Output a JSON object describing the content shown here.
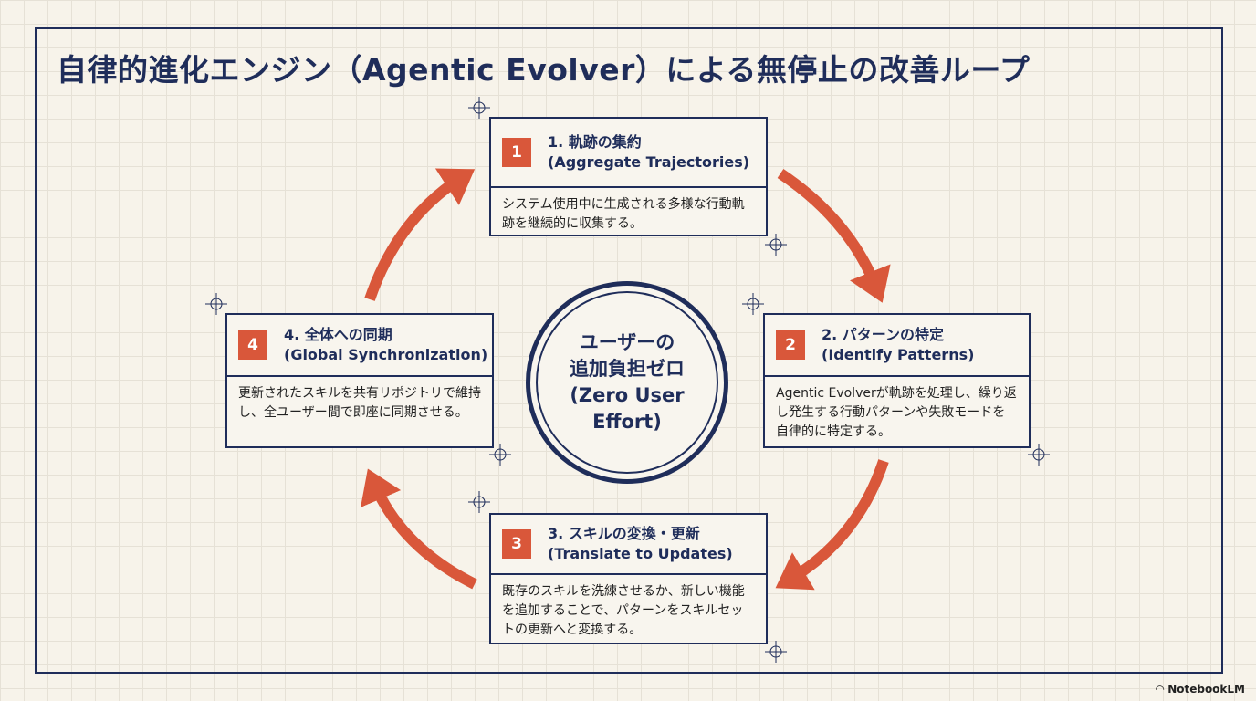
{
  "title": "自律的進化エンジン（Agentic Evolver）による無停止の改善ループ",
  "center": {
    "line1": "ユーザーの",
    "line2": "追加負担ゼロ",
    "line3": "(Zero User",
    "line4": "Effort)"
  },
  "steps": [
    {
      "num": "1",
      "title": "1. 軌跡の集約",
      "subtitle": "(Aggregate Trajectories)",
      "body": "システム使用中に生成される多様な行動軌跡を継続的に収集する。"
    },
    {
      "num": "2",
      "title": "2. パターンの特定",
      "subtitle": "(Identify Patterns)",
      "body": "Agentic Evolverが軌跡を処理し、繰り返し発生する行動パターンや失敗モードを自律的に特定する。"
    },
    {
      "num": "3",
      "title": "3. スキルの変換・更新",
      "subtitle": "(Translate to Updates)",
      "body": "既存のスキルを洗練させるか、新しい機能を追加することで、パターンをスキルセットの更新へと変換する。"
    },
    {
      "num": "4",
      "title": "4. 全体への同期",
      "subtitle": "(Global Synchronization)",
      "body": "更新されたスキルを共有リポジトリで維持し、全ユーザー間で即座に同期させる。"
    }
  ],
  "logo": "NotebookLM",
  "colors": {
    "navy": "#1f2d5a",
    "accent": "#d9573a",
    "background": "#f7f3ea"
  }
}
